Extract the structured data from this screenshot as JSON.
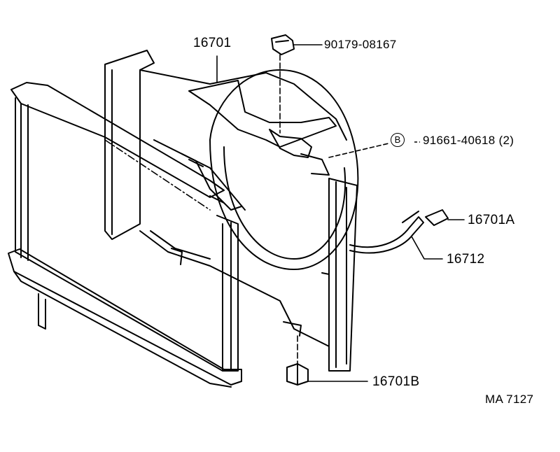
{
  "labels": {
    "p16701": "16701",
    "p90179": "90179-08167",
    "ref_b": "B",
    "p91661": "91661-40618 (2)",
    "p16701a": "16701A",
    "p16712": "16712",
    "p16701b": "16701B",
    "code": "MA  7127"
  }
}
